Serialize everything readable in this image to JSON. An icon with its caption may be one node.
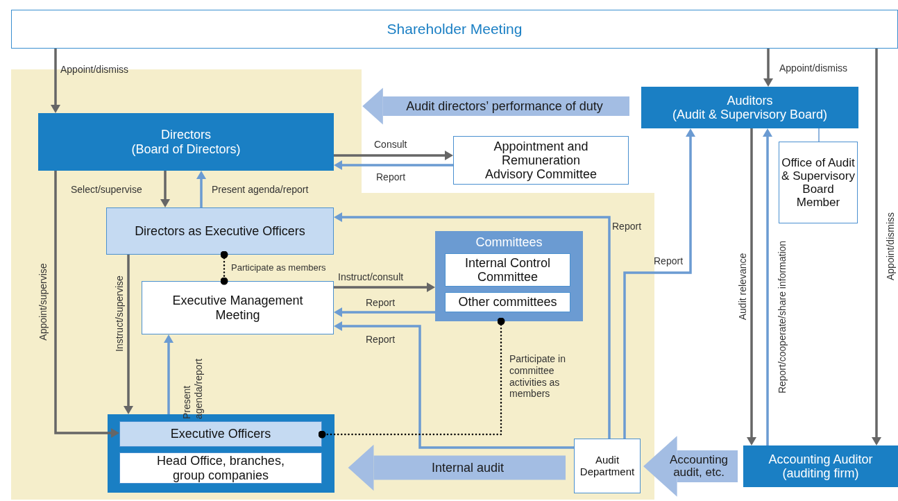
{
  "diagram": {
    "nodes": [
      {
        "text": [
          "Shareholder Meeting"
        ]
      },
      {
        "text": [
          "Directors",
          "(Board of Directors)"
        ]
      },
      {
        "text": [
          "Appointment and Remuneration Advisory Committee"
        ]
      },
      {
        "text": [
          "Auditors",
          "(Audit & Supervisory Board)"
        ]
      },
      {
        "text": [
          "Office of Audit & Supervisory Board Member"
        ]
      },
      {
        "text": [
          "Directors as Executive Officers"
        ]
      },
      {
        "text": [
          "Committees"
        ]
      },
      {
        "text": [
          "Internal Control Committee"
        ],
        "in": 6
      },
      {
        "text": [
          "Other committees"
        ],
        "in": 6
      },
      {
        "text": [
          "Executive Management Meeting"
        ]
      },
      {
        "text": [],
        "shape": "box"
      },
      {
        "text": [
          "Executive Officers"
        ],
        "in": 10
      },
      {
        "text": [
          "Head Office, branches, group companies"
        ],
        "in": 10
      },
      {
        "text": [
          "Audit Department"
        ]
      },
      {
        "text": [
          "Accounting Auditor",
          "(auditing firm)"
        ]
      }
    ],
    "edges": [
      {
        "from": 0,
        "to": 1,
        "arrow": "to",
        "label": "Appoint/dismiss"
      },
      {
        "from": 0,
        "to": 3,
        "arrow": "to",
        "label": "Appoint/dismiss"
      },
      {
        "from": 0,
        "to": 14,
        "arrow": "to",
        "label": "Appoint/dismiss"
      },
      {
        "from": 1,
        "to": 2,
        "arrow": "to",
        "label": "Consult"
      },
      {
        "from": 2,
        "to": 1,
        "arrow": "to",
        "label": "Report",
        "color": "#6b9bd2"
      },
      {
        "from": 1,
        "to": 5,
        "arrow": "to",
        "label": "Select/supervise"
      },
      {
        "from": 5,
        "to": 1,
        "arrow": "to",
        "label": "Present agenda/report",
        "color": "#6b9bd2"
      },
      {
        "from": 1,
        "to": 11,
        "arrow": "to",
        "label": "Appoint/supervise"
      },
      {
        "from": 5,
        "to": 10,
        "arrow": "to",
        "label": "Instruct/supervise"
      },
      {
        "from": 10,
        "to": 9,
        "arrow": "to",
        "label": "Present agenda/report",
        "color": "#6b9bd2"
      },
      {
        "from": 5,
        "to": 9,
        "arrow": "other",
        "label": "Participate as members",
        "style": "dashed",
        "color": "#000000"
      },
      {
        "from": 9,
        "to": 6,
        "arrow": "to",
        "label": "Instruct/consult"
      },
      {
        "from": 6,
        "to": 9,
        "arrow": "to",
        "label": "Report",
        "color": "#6b9bd2"
      },
      {
        "from": 13,
        "to": 9,
        "arrow": "to",
        "label": "Report",
        "color": "#6b9bd2"
      },
      {
        "from": 13,
        "to": 5,
        "arrow": "to",
        "label": "Report",
        "color": "#6b9bd2"
      },
      {
        "from": 13,
        "to": 3,
        "arrow": "to",
        "label": "Report",
        "color": "#6b9bd2"
      },
      {
        "from": 6,
        "to": 11,
        "arrow": "other",
        "label": "Participate in committee activities as members",
        "style": "dashed",
        "color": "#000000"
      },
      {
        "from": 3,
        "to": 14,
        "arrow": "to",
        "label": "Audit relevance"
      },
      {
        "from": 14,
        "to": 3,
        "arrow": "to",
        "label": "Report/cooperate/share information",
        "color": "#6b9bd2"
      },
      {
        "from": 3,
        "to": 4,
        "arrow": "none",
        "color": "#6b9bd2"
      },
      {
        "from": 3,
        "to": 1,
        "arrow": "to",
        "label": "Audit directors’ performance of duty",
        "style": "thick",
        "color": "#a3bde3"
      },
      {
        "from": 13,
        "to": 10,
        "arrow": "to",
        "label": "Internal audit",
        "style": "thick",
        "color": "#a3bde3"
      },
      {
        "from": 14,
        "to": 13,
        "arrow": "to",
        "label": "Accounting audit, etc.",
        "style": "thick",
        "color": "#a3bde3"
      }
    ]
  }
}
